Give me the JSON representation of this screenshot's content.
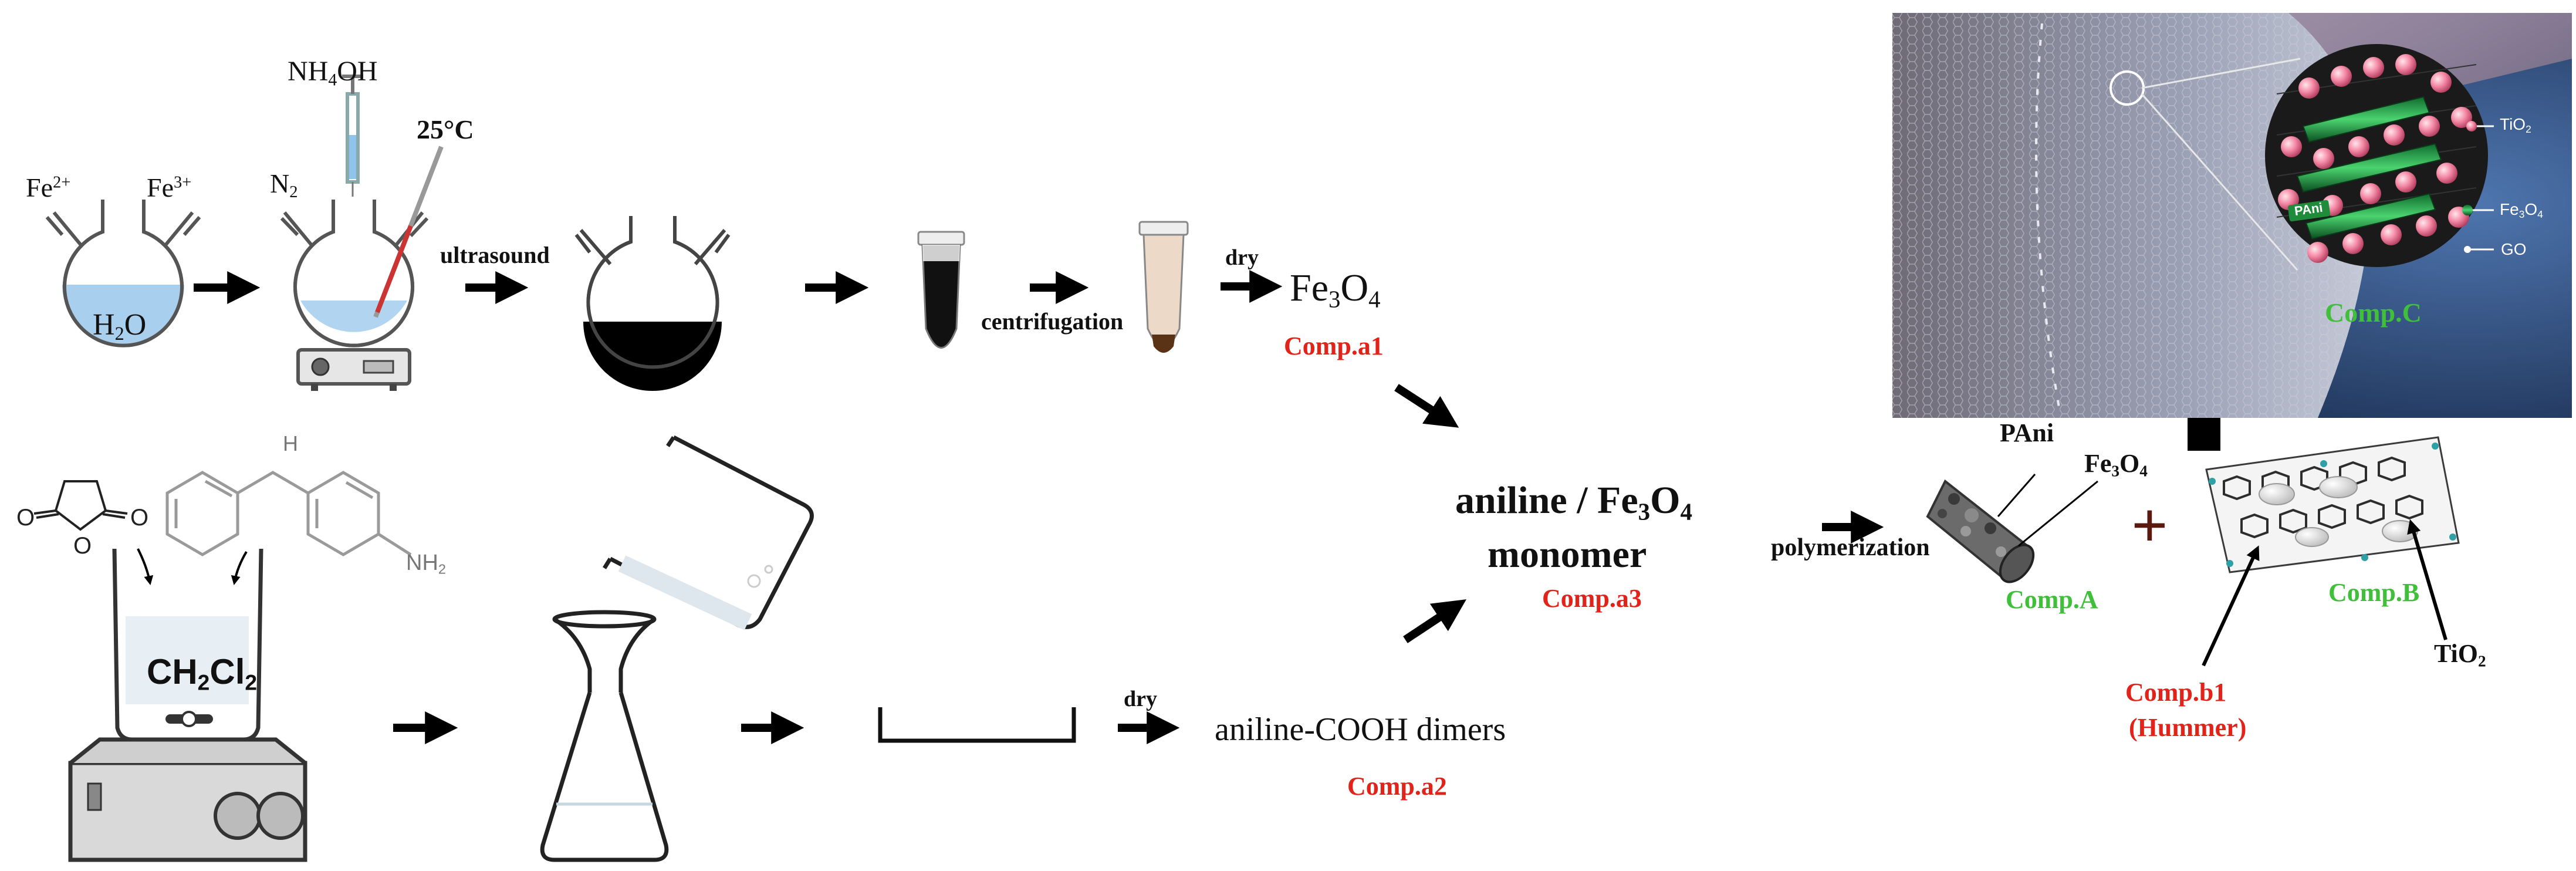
{
  "reagents": {
    "fe2": "Fe",
    "fe2_sup": "2+",
    "fe3": "Fe",
    "fe3_sup": "3+",
    "h2o_a": "H",
    "h2o_sub": "2",
    "h2o_b": "O",
    "nh4oh_a": "NH",
    "nh4oh_sub": "4",
    "nh4oh_b": "OH",
    "n2_a": "N",
    "n2_sub": "2",
    "temp": "25°C",
    "nh2_a": "NH",
    "nh2_sub": "2",
    "nh": "H",
    "ch2cl2_a": "CH",
    "ch2cl2_sub1": "2",
    "ch2cl2_b": "Cl",
    "ch2cl2_sub2": "2",
    "o1": "O",
    "o2": "O",
    "o3": "O"
  },
  "steps": {
    "ultrasound": "ultrasound",
    "centrifugation": "centrifugation",
    "dry1": "dry",
    "dry2": "dry",
    "polymerization": "polymerization"
  },
  "products": {
    "fe3o4_a": "Fe",
    "fe3o4_sub1": "3",
    "fe3o4_b": "O",
    "fe3o4_sub2": "4",
    "comp_a1": "Comp.a1",
    "dimers": "aniline-COOH dimers",
    "comp_a2": "Comp.a2",
    "monomer_a": "aniline / Fe",
    "monomer_sub1": "3",
    "monomer_b": "O",
    "monomer_sub2": "4",
    "monomer_line2": "monomer",
    "comp_a3": "Comp.a3",
    "pani": "PAni",
    "pani_fe_a": "Fe",
    "pani_fe_sub1": "3",
    "pani_fe_b": "O",
    "pani_fe_sub2": "4",
    "comp_a": "Comp.A",
    "plus": "+",
    "comp_b": "Comp.B",
    "comp_b1": "Comp.b1",
    "hummer": "(Hummer)",
    "tio2_a": "TiO",
    "tio2_sub": "2",
    "comp_c": "Comp.C"
  },
  "inset": {
    "tio2_a": "TiO",
    "tio2_sub": "2",
    "fe3o4_a": "Fe",
    "fe3o4_sub1": "3",
    "fe3o4_b": "O",
    "fe3o4_sub2": "4",
    "go": "GO",
    "pani": "PAni"
  },
  "colors": {
    "red_label": "#e2231a",
    "green_label": "#3fbf3a",
    "water": "#a9cfee",
    "ship_bg": "#4a6a9a"
  }
}
